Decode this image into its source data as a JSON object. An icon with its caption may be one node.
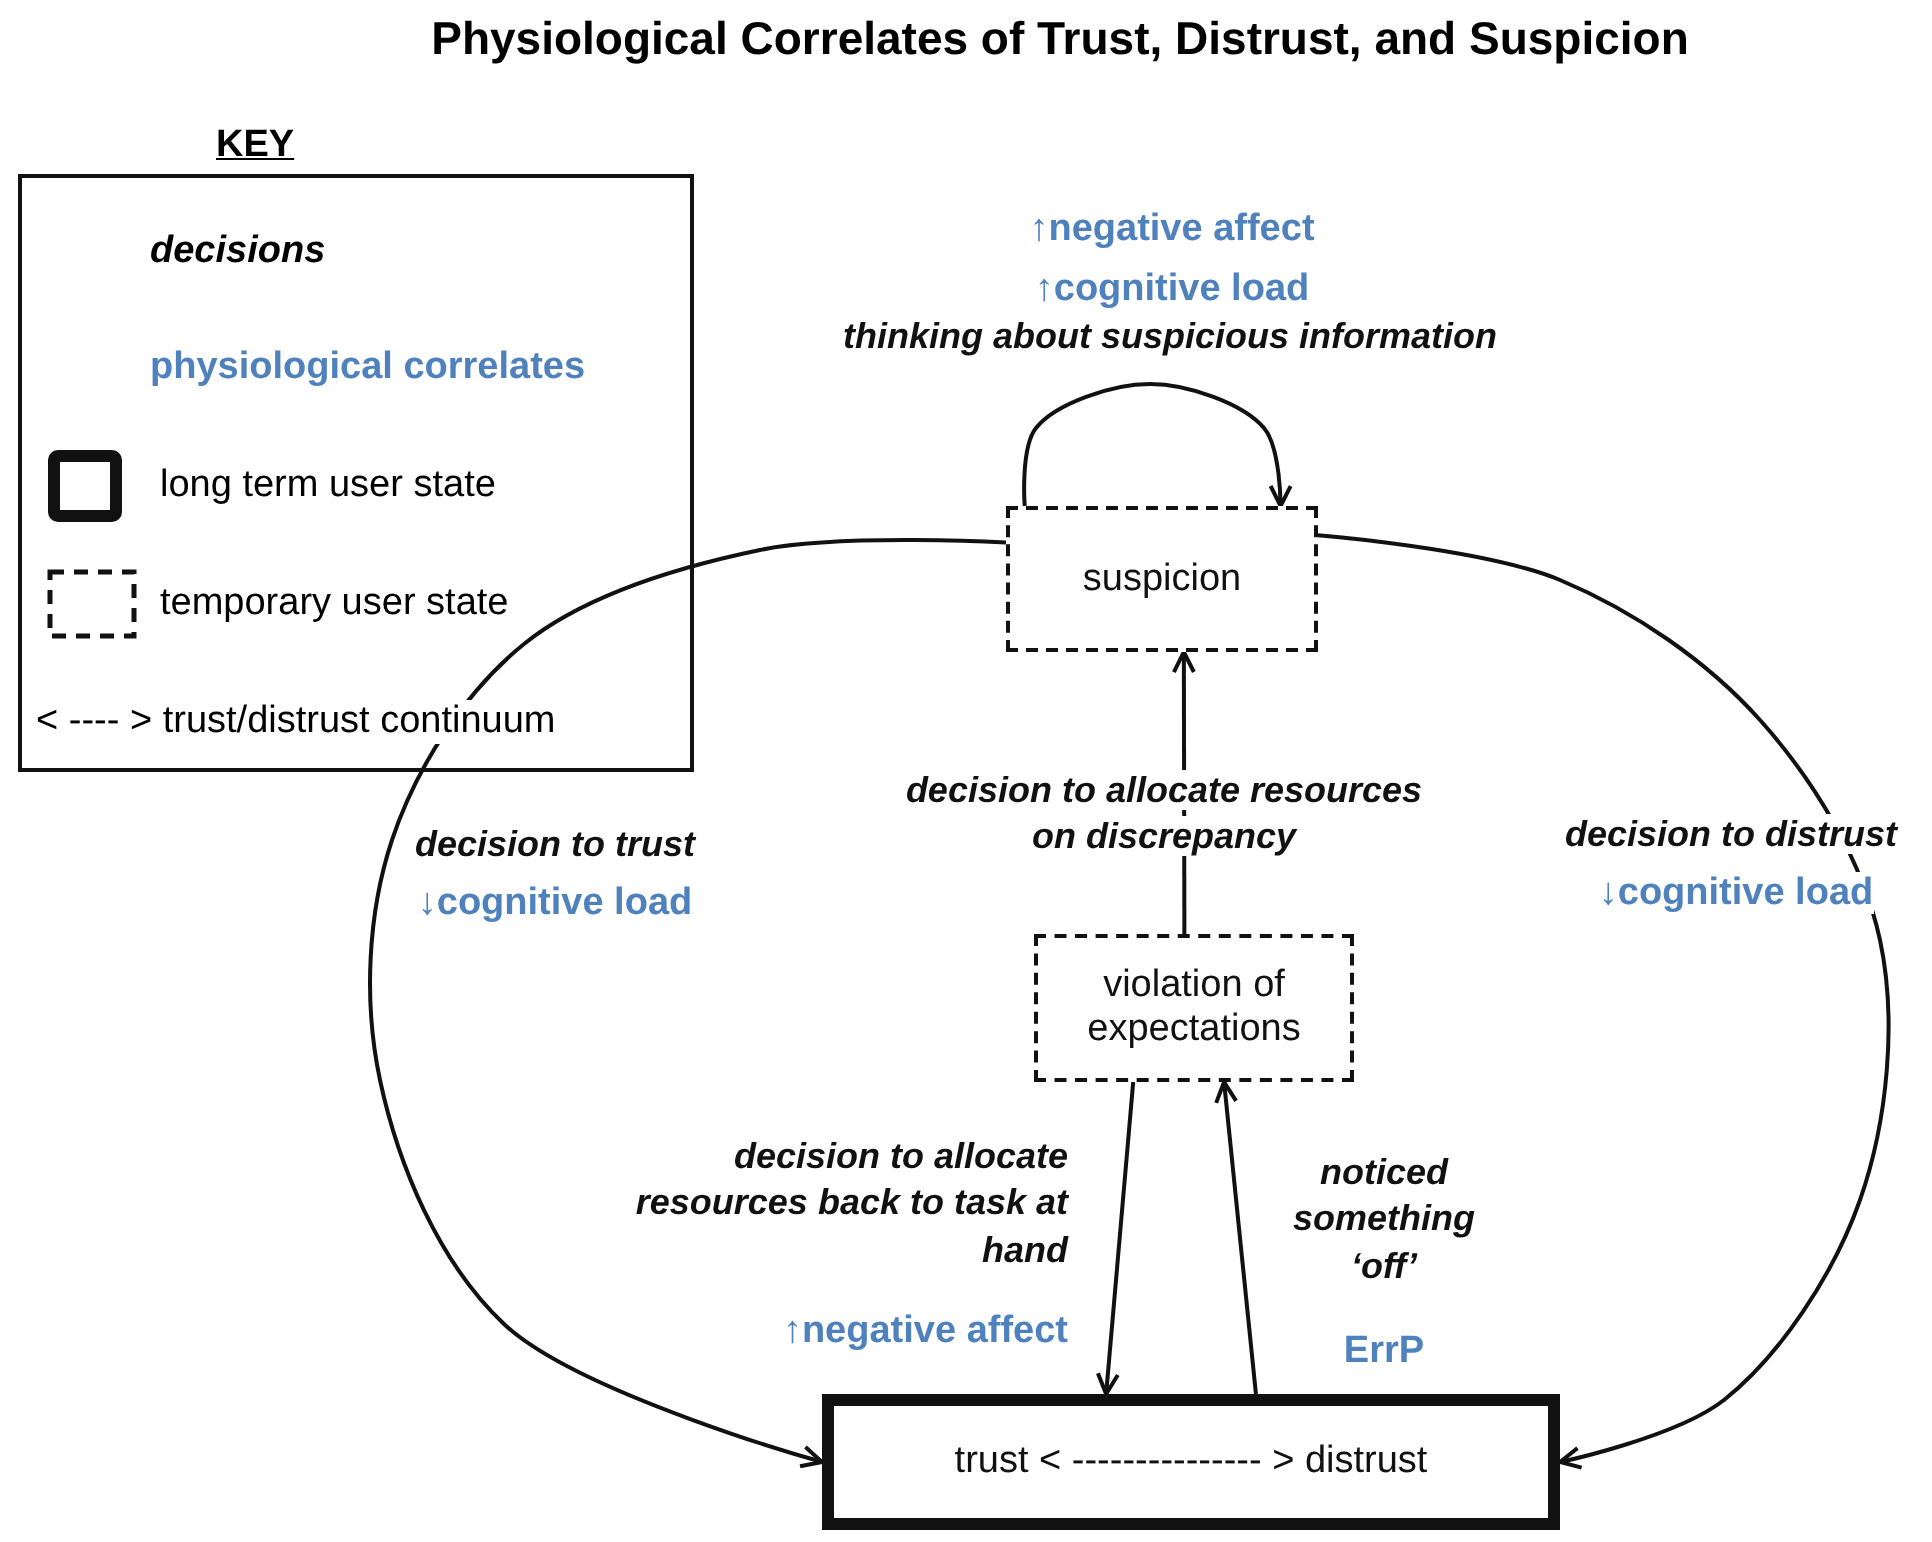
{
  "diagram": {
    "title": "Physiological Correlates of Trust, Distrust, and Suspicion",
    "nodes": [
      {
        "text": [
          "suspicion"
        ]
      },
      {
        "text": [
          "violation of expectations"
        ]
      },
      {
        "text": [
          "trust < --------------- > distrust"
        ]
      }
    ],
    "edges": [
      {
        "from": 0,
        "to": 0,
        "arrow": "to",
        "label": "thinking about suspicious information"
      },
      {
        "from": 0,
        "to": 2,
        "arrow": "to",
        "label": "decision to trust"
      },
      {
        "from": 0,
        "to": 2,
        "arrow": "to",
        "label": "decision to distrust"
      },
      {
        "from": 1,
        "to": 0,
        "arrow": "to",
        "label": "decision to allocate resources on discrepancy"
      },
      {
        "from": 1,
        "to": 2,
        "arrow": "to",
        "label": "decision to allocate resources back to task at hand"
      },
      {
        "from": 2,
        "to": 1,
        "arrow": "to",
        "label": "noticed something ‘off’"
      }
    ],
    "labels": [
      "KEY",
      "↑negative affect",
      "↑cognitive load",
      "↓cognitive load",
      "↓cognitive load",
      "↑negative affect",
      "ErrP"
    ],
    "legend": [
      {
        "text": "decisions"
      },
      {
        "text": "physiological correlates",
        "color": "#4f81bd"
      },
      {
        "text": "long term user state"
      },
      {
        "text": "temporary user state"
      },
      {
        "text": "< ---- > trust/distrust continuum"
      }
    ]
  }
}
